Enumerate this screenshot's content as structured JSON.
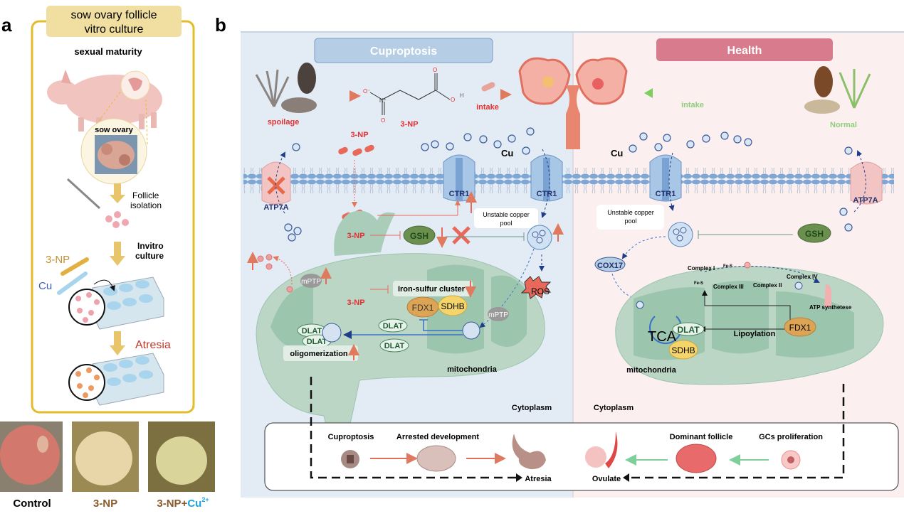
{
  "panel_a": {
    "label": "a",
    "title_line1": "sow ovary follicle",
    "title_line2": "vitro culture",
    "sexual_maturity": "sexual maturity",
    "sow_ovary": "sow ovary",
    "follicle_isolation_1": "Follicle",
    "follicle_isolation_2": "isolation",
    "invitro_1": "Invitro",
    "invitro_2": "culture",
    "np_label": "3-NP",
    "cu_label": "Cu",
    "atresia": "Atresia",
    "photos": {
      "control": "Control",
      "np": "3-NP",
      "np_cu_prefix": "3-NP+",
      "np_cu_suffix": "Cu",
      "np_cu_sup": "2+"
    }
  },
  "panel_b": {
    "label": "b",
    "left": {
      "title": "Cuproptosis",
      "spoilage": "spoilage",
      "molecule_name": "3-NP",
      "intake": "intake",
      "np_outside": "3-NP",
      "cu": "Cu",
      "atp7a": "ATP7A",
      "ctr1_a": "CTR1",
      "ctr1_b": "CTR1",
      "unstable_pool_1": "Unstable copper",
      "unstable_pool_2": "pool",
      "np_inner": "3-NP",
      "gsh": "GSH",
      "mptp_1": "mPTP",
      "mptp_2": "mPTP",
      "np_mito": "3-NP",
      "iron_sulfur": "Iron-sulfur cluster",
      "fdx1": "FDX1",
      "sdhb": "SDHB",
      "ros": "ROS",
      "dlat": [
        "DLAT",
        "DLAT",
        "DLAT",
        "DLAT"
      ],
      "oligomerization": "oligomerization",
      "mitochondria": "mitochondria",
      "cytoplasm": "Cytoplasm"
    },
    "right": {
      "title": "Health",
      "intake": "intake",
      "normal": "Normal",
      "cu": "Cu",
      "ctr1": "CTR1",
      "atp7a": "ATP7A",
      "unstable_pool_1": "Unstable copper",
      "unstable_pool_2": "pool",
      "gsh": "GSH",
      "cox17": "COX17",
      "complex_1": "Complex I",
      "complex_2": "Complex II",
      "complex_3": "Complex III",
      "complex_4": "Complex IV",
      "fes_1": "Fe-S",
      "fes_2": "Fe-S",
      "atp_synthetase": "ATP synthetese",
      "tca": "TCA",
      "dlat": "DLAT",
      "sdhb": "SDHB",
      "fdx1": "FDX1",
      "lipoylation": "Lipoylation",
      "mitochondria": "mitochondria",
      "cytoplasm": "Cytoplasm"
    },
    "bottom": {
      "cuproptosis": "Cuproptosis",
      "arrested": "Arrested development",
      "atresia": "Atresia",
      "ovulate": "Ovulate",
      "dominant": "Dominant follicle",
      "gcs": "GCs proliferation"
    }
  },
  "colors": {
    "panel_a_border": "#e2bc2a",
    "cuproptosis_bg": "#e3ebf5",
    "health_bg": "#fbeff0",
    "red_label": "#e53030",
    "green_label": "#8fcf7a",
    "mito_fill": "#a9cdb8"
  }
}
